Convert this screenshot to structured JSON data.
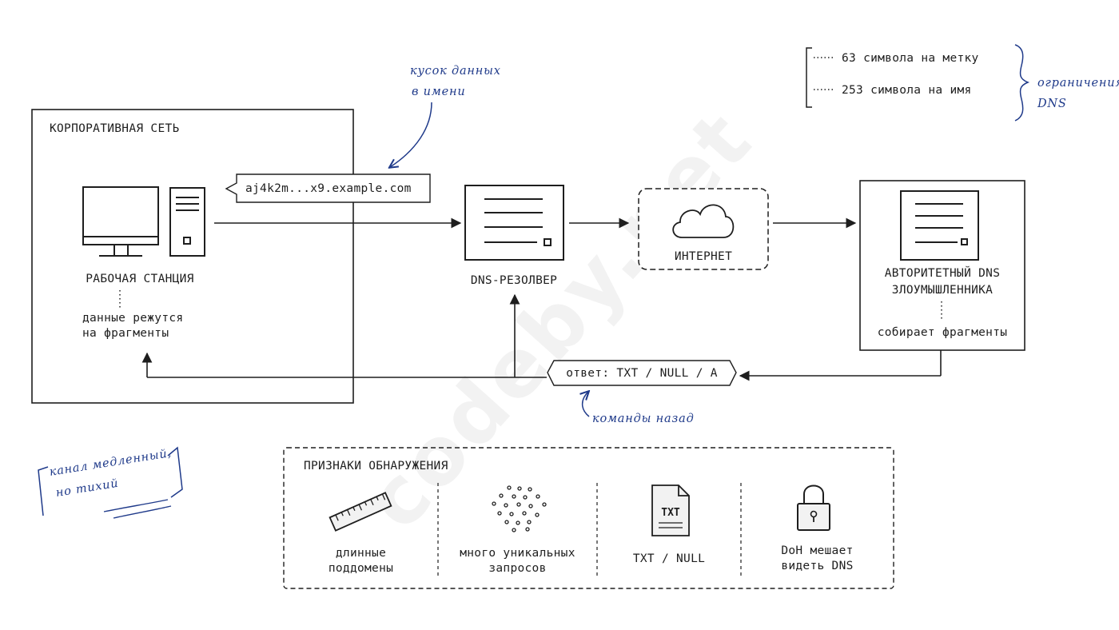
{
  "watermark": "codeby.net",
  "corporate_network": {
    "title": "КОРПОРАТИВНАЯ СЕТЬ",
    "workstation_label": "РАБОЧАЯ СТАНЦИЯ",
    "workstation_note_1": "данные режутся",
    "workstation_note_2": "на фрагменты"
  },
  "query_bubble": "aj4k2m...x9.example.com",
  "data_chunk_note_1": "кусок данных",
  "data_chunk_note_2": "в имени",
  "resolver_label": "DNS-РЕЗОЛВЕР",
  "internet_label": "ИНТЕРНЕТ",
  "attacker": {
    "label_1": "АВТОРИТЕТНЫЙ DNS",
    "label_2": "ЗЛОУМЫШЛЕННИКА",
    "note": "собирает фрагменты"
  },
  "limits": {
    "label_1": "63 символа на метку",
    "label_2": "253 символа на имя",
    "note_1": "ограничения",
    "note_2": "DNS"
  },
  "response_tag": "ответ: TXT / NULL / A",
  "commands_note": "команды назад",
  "slow_note_1": "канал медленный,",
  "slow_note_2": "но тихий",
  "detection": {
    "title": "ПРИЗНАКИ ОБНАРУЖЕНИЯ",
    "items": [
      {
        "label_1": "длинные",
        "label_2": "поддомены",
        "icon": "ruler-icon"
      },
      {
        "label_1": "много уникальных",
        "label_2": "запросов",
        "icon": "dots-icon"
      },
      {
        "label_1": "TXT / NULL",
        "icon": "txt-file-icon",
        "icon_text": "TXT"
      },
      {
        "label_1": "DoH мешает",
        "label_2": "видеть DNS",
        "icon": "lock-icon"
      }
    ]
  },
  "colors": {
    "ink": "#1e1e1e",
    "handwriting": "#1f3a8a",
    "icon_fill": "#f2f2f2"
  }
}
